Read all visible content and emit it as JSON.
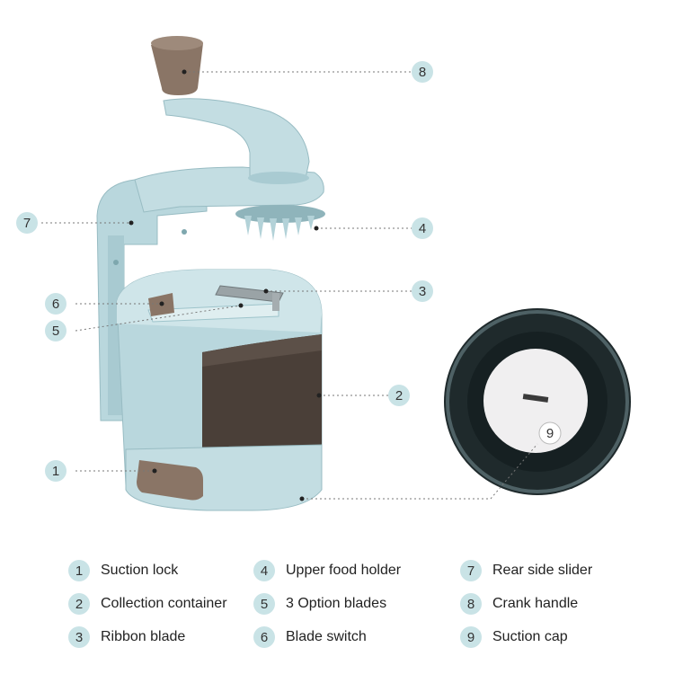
{
  "colors": {
    "body": "#b9d7dd",
    "body_shade": "#9ec4cb",
    "container": "#4a3f38",
    "knob": "#8a7566",
    "badge": "#c9e3e6",
    "leader": "#777777",
    "suction_dark": "#1f2a2c"
  },
  "callouts": [
    {
      "number": "1",
      "part": "Suction lock"
    },
    {
      "number": "2",
      "part": "Collection container"
    },
    {
      "number": "3",
      "part": "Ribbon blade"
    },
    {
      "number": "4",
      "part": "Upper food holder"
    },
    {
      "number": "5",
      "part": "3 Option blades"
    },
    {
      "number": "6",
      "part": "Blade switch"
    },
    {
      "number": "7",
      "part": "Rear side slider"
    },
    {
      "number": "8",
      "part": "Crank handle"
    },
    {
      "number": "9",
      "part": "Suction cap"
    }
  ],
  "legend": [
    {
      "number": "1",
      "label": "Suction lock"
    },
    {
      "number": "2",
      "label": "Collection container"
    },
    {
      "number": "3",
      "label": "Ribbon blade"
    },
    {
      "number": "4",
      "label": "Upper food holder"
    },
    {
      "number": "5",
      "label": "3 Option blades"
    },
    {
      "number": "6",
      "label": "Blade switch"
    },
    {
      "number": "7",
      "label": "Rear side slider"
    },
    {
      "number": "8",
      "label": "Crank handle"
    },
    {
      "number": "9",
      "label": "Suction cap"
    }
  ]
}
